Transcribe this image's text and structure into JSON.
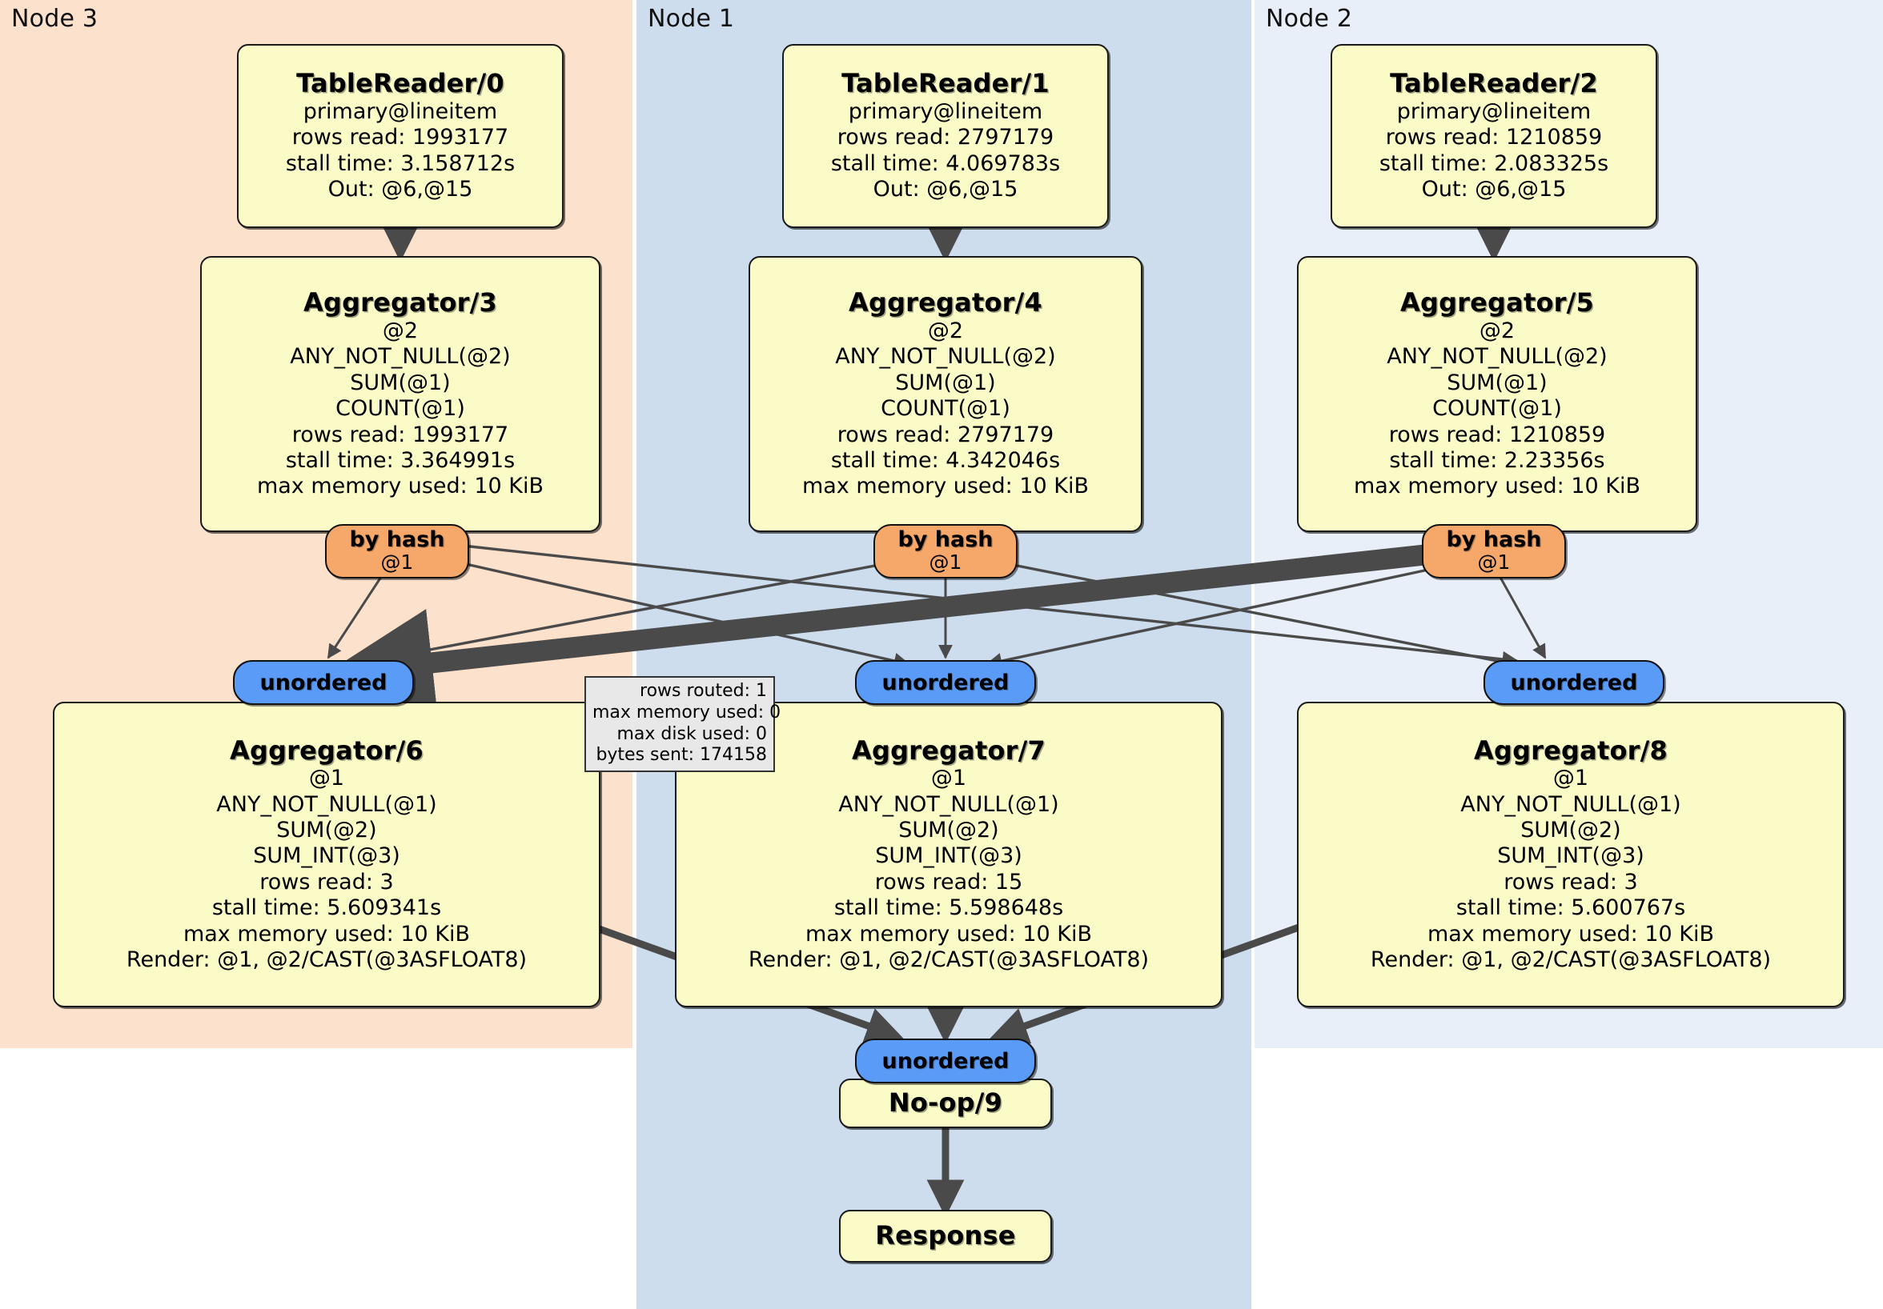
{
  "diagram": {
    "type": "distributed-query-execution-plan",
    "title": "",
    "colors": {
      "node3_region": "#FCE1CD",
      "node1_region": "#CDDDEE",
      "node2_region": "#E9EFF9",
      "processor_box": "#FBFBC8",
      "router_by_hash": "#F5A86A",
      "stream_unordered": "#5B9BF8",
      "stats_box": "#E8E8E8",
      "edge": "#4A4A4A"
    }
  },
  "regions": [
    {
      "id": "node3",
      "label": "Node 3"
    },
    {
      "id": "node1",
      "label": "Node 1"
    },
    {
      "id": "node2",
      "label": "Node 2"
    }
  ],
  "processors": {
    "table_reader_0": {
      "title": "TableReader/0",
      "lines": [
        "primary@lineitem",
        "rows read: 1993177",
        "stall time: 3.158712s",
        "Out: @6,@15"
      ],
      "table": "primary@lineitem",
      "rows_read": "1993177",
      "stall_time": "3.158712s",
      "out": "Out: @6,@15"
    },
    "table_reader_1": {
      "title": "TableReader/1",
      "lines": [
        "primary@lineitem",
        "rows read: 2797179",
        "stall time: 4.069783s",
        "Out: @6,@15"
      ],
      "table": "primary@lineitem",
      "rows_read": "2797179",
      "stall_time": "4.069783s",
      "out": "Out: @6,@15"
    },
    "table_reader_2": {
      "title": "TableReader/2",
      "lines": [
        "primary@lineitem",
        "rows read: 1210859",
        "stall time: 2.083325s",
        "Out: @6,@15"
      ],
      "table": "primary@lineitem",
      "rows_read": "1210859",
      "stall_time": "2.083325s",
      "out": "Out: @6,@15"
    },
    "aggregator_3": {
      "title": "Aggregator/3",
      "lines": [
        "@2",
        "ANY_NOT_NULL(@2)",
        "SUM(@1)",
        "COUNT(@1)",
        "rows read: 1993177",
        "stall time: 3.364991s",
        "max memory used: 10 KiB"
      ],
      "group_by": "@2",
      "rows_read": "1993177",
      "stall_time": "3.364991s",
      "max_memory_used": "10 KiB"
    },
    "aggregator_4": {
      "title": "Aggregator/4",
      "lines": [
        "@2",
        "ANY_NOT_NULL(@2)",
        "SUM(@1)",
        "COUNT(@1)",
        "rows read: 2797179",
        "stall time: 4.342046s",
        "max memory used: 10 KiB"
      ],
      "group_by": "@2",
      "rows_read": "2797179",
      "stall_time": "4.342046s",
      "max_memory_used": "10 KiB"
    },
    "aggregator_5": {
      "title": "Aggregator/5",
      "lines": [
        "@2",
        "ANY_NOT_NULL(@2)",
        "SUM(@1)",
        "COUNT(@1)",
        "rows read: 1210859",
        "stall time: 2.23356s",
        "max memory used: 10 KiB"
      ],
      "group_by": "@2",
      "rows_read": "1210859",
      "stall_time": "2.23356s",
      "max_memory_used": "10 KiB"
    },
    "aggregator_6": {
      "title": "Aggregator/6",
      "lines": [
        "@1",
        "ANY_NOT_NULL(@1)",
        "SUM(@2)",
        "SUM_INT(@3)",
        "rows read: 3",
        "stall time: 5.609341s",
        "max memory used: 10 KiB",
        "Render: @1, @2/CAST(@3ASFLOAT8)"
      ],
      "group_by": "@1",
      "rows_read": "3",
      "stall_time": "5.609341s",
      "max_memory_used": "10 KiB",
      "render": "Render: @1, @2/CAST(@3ASFLOAT8)"
    },
    "aggregator_7": {
      "title": "Aggregator/7",
      "lines": [
        "@1",
        "ANY_NOT_NULL(@1)",
        "SUM(@2)",
        "SUM_INT(@3)",
        "rows read: 15",
        "stall time: 5.598648s",
        "max memory used: 10 KiB",
        "Render: @1, @2/CAST(@3ASFLOAT8)"
      ],
      "group_by": "@1",
      "rows_read": "15",
      "stall_time": "5.598648s",
      "max_memory_used": "10 KiB",
      "render": "Render: @1, @2/CAST(@3ASFLOAT8)"
    },
    "aggregator_8": {
      "title": "Aggregator/8",
      "lines": [
        "@1",
        "ANY_NOT_NULL(@1)",
        "SUM(@2)",
        "SUM_INT(@3)",
        "rows read: 3",
        "stall time: 5.600767s",
        "max memory used: 10 KiB",
        "Render: @1, @2/CAST(@3ASFLOAT8)"
      ],
      "group_by": "@1",
      "rows_read": "3",
      "stall_time": "5.600767s",
      "max_memory_used": "10 KiB",
      "render": "Render: @1, @2/CAST(@3ASFLOAT8)"
    },
    "noop_9": {
      "title": "No-op/9",
      "lines": []
    },
    "response": {
      "title": "Response",
      "lines": []
    }
  },
  "routers": [
    {
      "id": "by-hash-3",
      "label": "by hash",
      "column": "@1"
    },
    {
      "id": "by-hash-4",
      "label": "by hash",
      "column": "@1"
    },
    {
      "id": "by-hash-5",
      "label": "by hash",
      "column": "@1"
    }
  ],
  "streams": [
    {
      "id": "unordered-6",
      "label": "unordered"
    },
    {
      "id": "unordered-7",
      "label": "unordered"
    },
    {
      "id": "unordered-8",
      "label": "unordered"
    },
    {
      "id": "unordered-9",
      "label": "unordered"
    }
  ],
  "stats_box": {
    "lines": [
      "rows routed: 1",
      "max memory used: 0",
      "max disk used: 0",
      "bytes sent: 174158"
    ],
    "rows_routed": "1",
    "max_memory_used": "0",
    "max_disk_used": "0",
    "bytes_sent": "174158"
  }
}
